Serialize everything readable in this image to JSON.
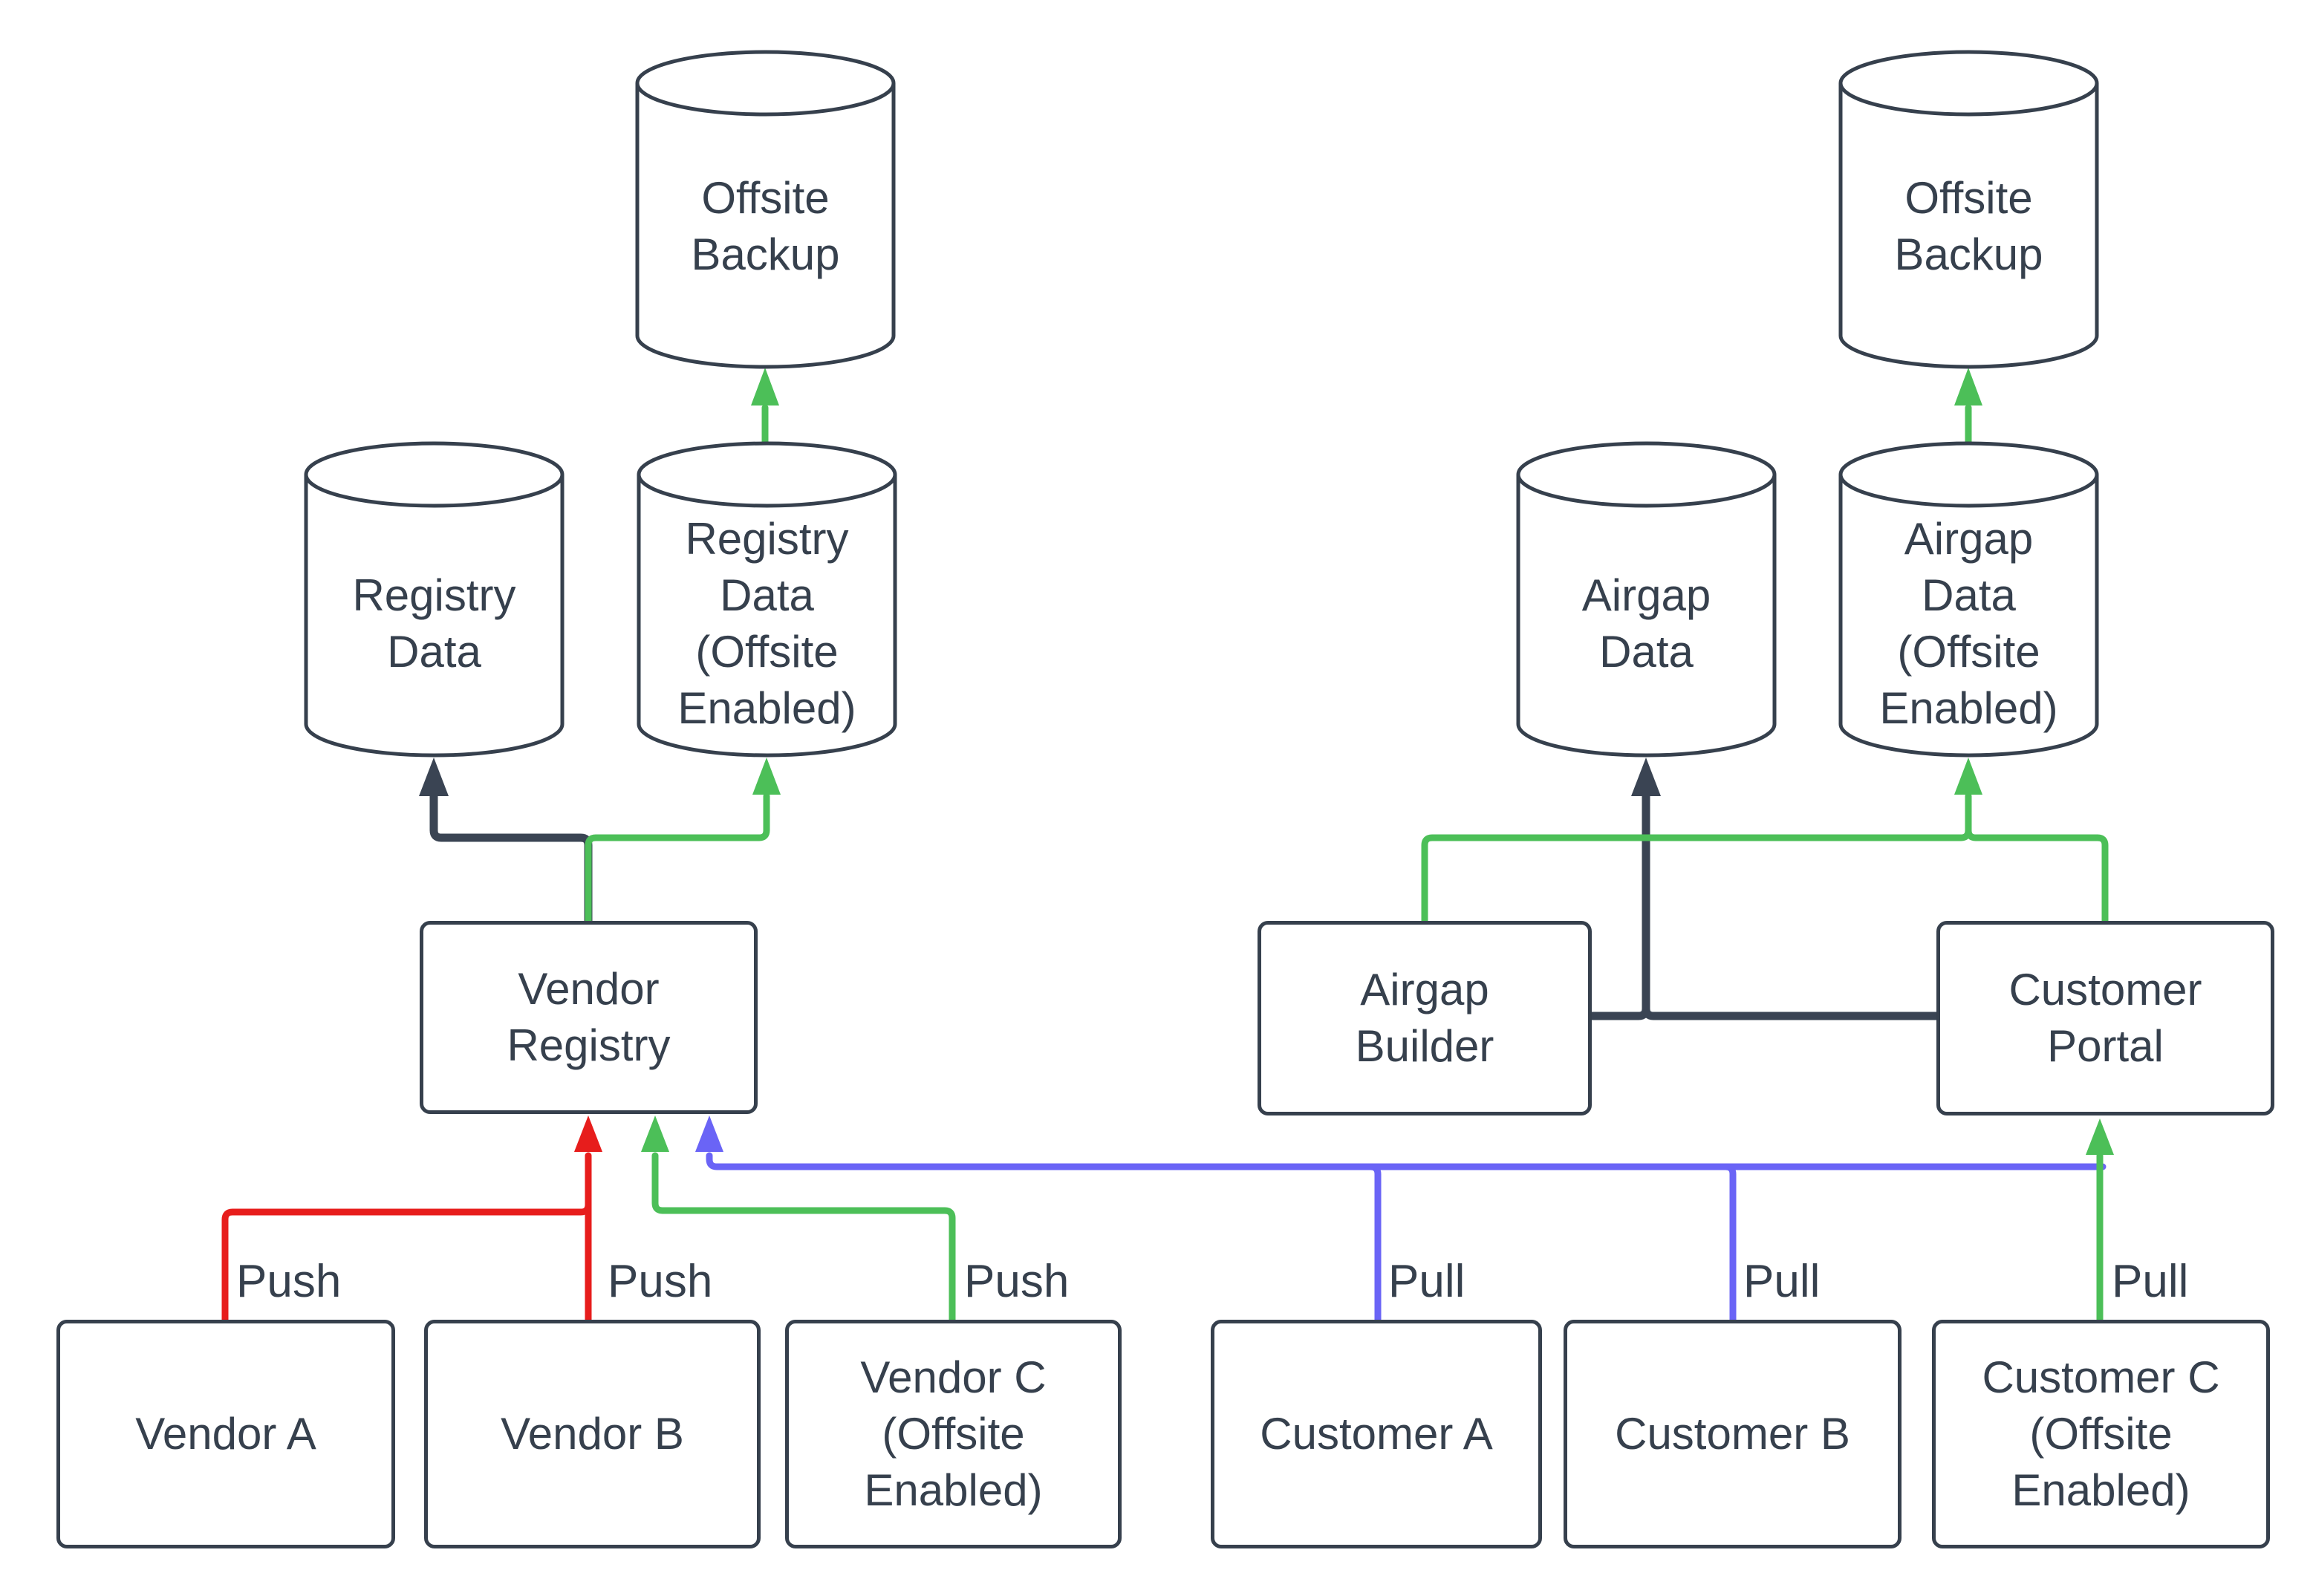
{
  "diagram": {
    "background": "#ffffff",
    "colors": {
      "node-border": "#36404d",
      "node-text": "#36404d",
      "edge-dark": "#3a4453",
      "edge-red": "#e71d1c",
      "edge-green": "#4cbf58",
      "edge-blue": "#6a64f6"
    },
    "nodes": {
      "offsite_backup_left": {
        "label": "Offsite\nBackup",
        "type": "cylinder"
      },
      "registry_data": {
        "label": "Registry\nData",
        "type": "cylinder"
      },
      "registry_data_offsite": {
        "label": "Registry\nData\n(Offsite\nEnabled)",
        "type": "cylinder"
      },
      "vendor_registry": {
        "label": "Vendor\nRegistry",
        "type": "box"
      },
      "vendor_a": {
        "label": "Vendor A",
        "type": "box"
      },
      "vendor_b": {
        "label": "Vendor B",
        "type": "box"
      },
      "vendor_c": {
        "label": "Vendor C\n(Offsite\nEnabled)",
        "type": "box"
      },
      "offsite_backup_right": {
        "label": "Offsite\nBackup",
        "type": "cylinder"
      },
      "airgap_data": {
        "label": "Airgap\nData",
        "type": "cylinder"
      },
      "airgap_data_offsite": {
        "label": "Airgap\nData\n(Offsite\nEnabled)",
        "type": "cylinder"
      },
      "airgap_builder": {
        "label": "Airgap\nBuilder",
        "type": "box"
      },
      "customer_portal": {
        "label": "Customer\nPortal",
        "type": "box"
      },
      "customer_a": {
        "label": "Customer A",
        "type": "box"
      },
      "customer_b": {
        "label": "Customer B",
        "type": "box"
      },
      "customer_c": {
        "label": "Customer C\n(Offsite\nEnabled)",
        "type": "box"
      }
    },
    "edge_labels": {
      "push_vendor_a": "Push",
      "push_vendor_b": "Push",
      "push_vendor_c": "Push",
      "pull_customer_a": "Pull",
      "pull_customer_b": "Pull",
      "pull_customer_c": "Pull"
    },
    "edges": [
      {
        "from": "Vendor A",
        "to": "Vendor Registry",
        "label": "Push",
        "color": "red"
      },
      {
        "from": "Vendor B",
        "to": "Vendor Registry",
        "label": "Push",
        "color": "red"
      },
      {
        "from": "Vendor C (Offsite Enabled)",
        "to": "Vendor Registry",
        "label": "Push",
        "color": "green"
      },
      {
        "from": "Vendor Registry",
        "to": "Registry Data",
        "color": "dark"
      },
      {
        "from": "Vendor Registry",
        "to": "Registry Data (Offsite Enabled)",
        "color": "green"
      },
      {
        "from": "Registry Data (Offsite Enabled)",
        "to": "Offsite Backup",
        "color": "green"
      },
      {
        "from": "Customer A",
        "to": "Vendor Registry",
        "label": "Pull",
        "color": "blue"
      },
      {
        "from": "Customer B",
        "to": "Vendor Registry",
        "label": "Pull",
        "color": "blue"
      },
      {
        "from": "Customer C (Offsite Enabled)",
        "to": "Customer Portal",
        "label": "Pull",
        "color": "green"
      },
      {
        "from": "Airgap Builder",
        "to": "Airgap Data",
        "color": "dark"
      },
      {
        "from": "Customer Portal",
        "to": "Airgap Data",
        "color": "dark"
      },
      {
        "from": "Airgap Builder",
        "to": "Airgap Data (Offsite Enabled)",
        "color": "green"
      },
      {
        "from": "Customer Portal",
        "to": "Airgap Data (Offsite Enabled)",
        "color": "green"
      },
      {
        "from": "Airgap Data (Offsite Enabled)",
        "to": "Offsite Backup",
        "color": "green"
      }
    ]
  }
}
